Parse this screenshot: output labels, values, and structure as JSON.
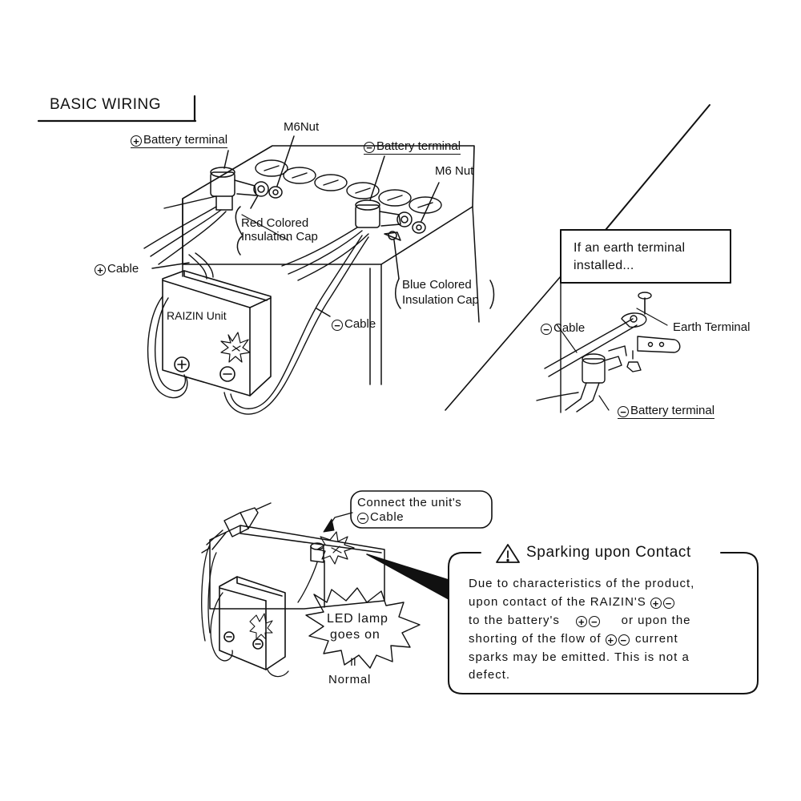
{
  "title": "BASIC WIRING",
  "top": {
    "pos_battery_terminal": "Battery terminal",
    "neg_battery_terminal": "Battery terminal",
    "m6nut_1": "M6Nut",
    "m6nut_2": "M6 Nut",
    "red_cap_line1": "Red Colored",
    "red_cap_line2": "Insulation Cap",
    "blue_cap_line1": "Blue Colored",
    "blue_cap_line2": "Insulation Cap",
    "pos_cable": "Cable",
    "neg_cable": "Cable",
    "unit_name": "RAIZIN Unit"
  },
  "earth": {
    "callout_line1": "If  an earth terminal",
    "callout_line2": "installed...",
    "cable": "Cable",
    "earth_terminal": "Earth  Terminal",
    "battery_terminal": "Battery terminal"
  },
  "bottom": {
    "connect_line1": "Connect the unit's",
    "connect_line2": "Cable",
    "led_line1": "LED lamp",
    "led_line2": "goes on",
    "equals": "II",
    "normal": "Normal"
  },
  "warning": {
    "title": "Sparking upon Contact",
    "line1": "Due to characteristics of the product,",
    "line2a": "upon contact  of the RAIZIN'S",
    "line3a": "to the battery's",
    "line3b": "or upon the",
    "line4a": "shorting of the flow of",
    "line4b": "current",
    "line5": "sparks may be emitted.  This is not a",
    "line6": "defect."
  },
  "symbols": {
    "plus": "+",
    "minus": "−"
  }
}
